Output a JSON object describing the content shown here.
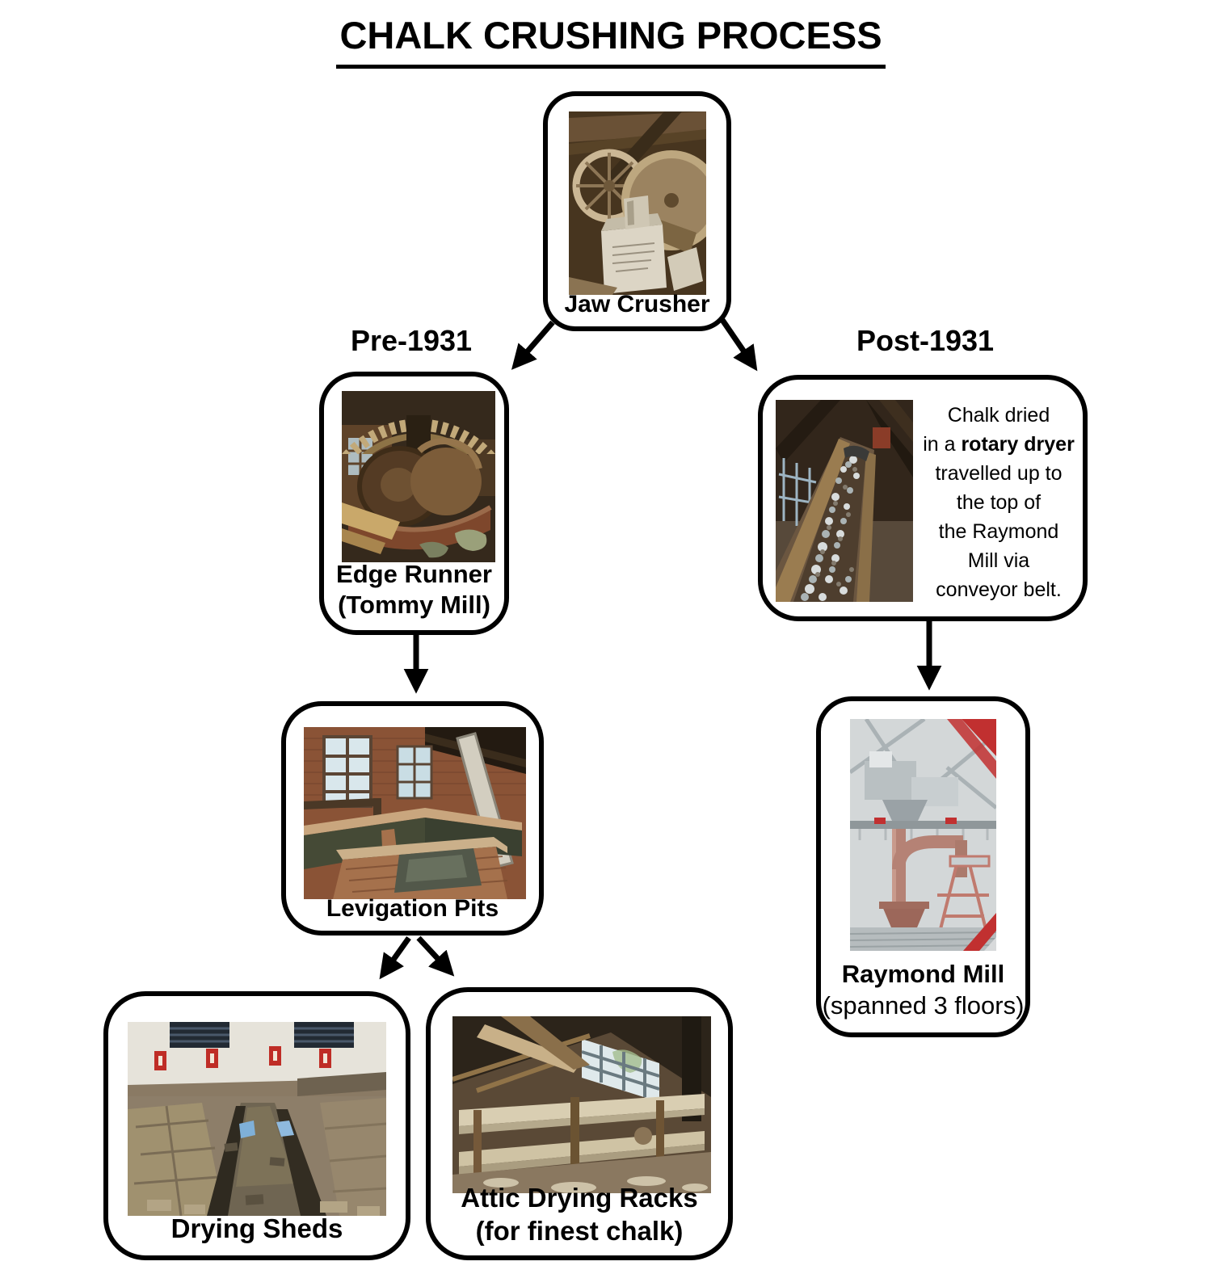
{
  "title": "CHALK CRUSHING PROCESS",
  "branch_labels": {
    "pre": "Pre-1931",
    "post": "Post-1931"
  },
  "nodes": {
    "jaw_crusher": {
      "label": "Jaw Crusher"
    },
    "edge_runner": {
      "label": "Edge Runner",
      "sublabel": "(Tommy Mill)"
    },
    "rotary_dryer_note": {
      "line1": "Chalk dried",
      "line2_pre": "in a ",
      "line2_bold": "rotary dryer",
      "line3": "travelled up to",
      "line4": "the top of",
      "line5": "the Raymond",
      "line6": "Mill via",
      "line7": "conveyor belt."
    },
    "levigation_pits": {
      "label": "Levigation Pits"
    },
    "raymond_mill": {
      "label": "Raymond Mill",
      "sublabel": "(spanned 3 floors)"
    },
    "drying_sheds": {
      "label": "Drying Sheds"
    },
    "attic_drying_racks": {
      "label": "Attic Drying Racks",
      "sublabel": "(for finest chalk)"
    }
  },
  "edges": [
    {
      "from": "jaw_crusher",
      "to": "edge_runner"
    },
    {
      "from": "jaw_crusher",
      "to": "rotary_dryer_note"
    },
    {
      "from": "edge_runner",
      "to": "levigation_pits"
    },
    {
      "from": "rotary_dryer_note",
      "to": "raymond_mill"
    },
    {
      "from": "levigation_pits",
      "to": "drying_sheds"
    },
    {
      "from": "levigation_pits",
      "to": "attic_drying_racks"
    }
  ],
  "colors": {
    "background": "#ffffff",
    "box_border": "#000000",
    "text": "#000000"
  }
}
